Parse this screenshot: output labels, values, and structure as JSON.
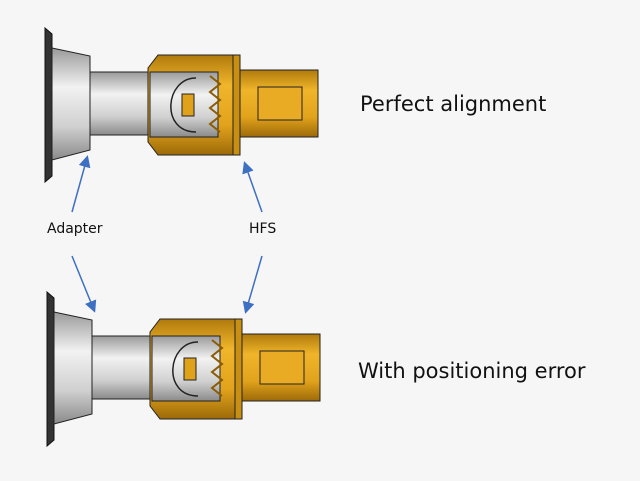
{
  "captions": {
    "top": "Perfect alignment",
    "bottom": "With positioning error"
  },
  "labels": {
    "adapter": "Adapter",
    "hfs": "HFS"
  },
  "colors": {
    "gold": "#e0a21a",
    "gold_dark": "#a8740a",
    "silver": "#d9d9d9",
    "arrow": "#3d6fc2",
    "background": "#f6f6f6"
  }
}
